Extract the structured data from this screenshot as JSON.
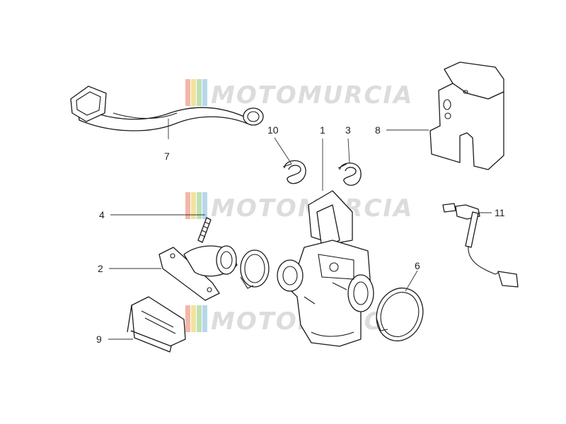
{
  "watermark": {
    "text": "MOTOMURCIA",
    "stripe_colors": [
      "#f2b8a8",
      "#f3e2a0",
      "#bfe0b4",
      "#b7d7ea"
    ]
  },
  "callouts": [
    {
      "id": "1",
      "label": "1"
    },
    {
      "id": "2",
      "label": "2"
    },
    {
      "id": "3",
      "label": "3"
    },
    {
      "id": "4",
      "label": "4"
    },
    {
      "id": "6",
      "label": "6"
    },
    {
      "id": "7",
      "label": "7"
    },
    {
      "id": "8",
      "label": "8"
    },
    {
      "id": "9",
      "label": "9"
    },
    {
      "id": "10",
      "label": "10"
    },
    {
      "id": "11",
      "label": "11"
    }
  ]
}
